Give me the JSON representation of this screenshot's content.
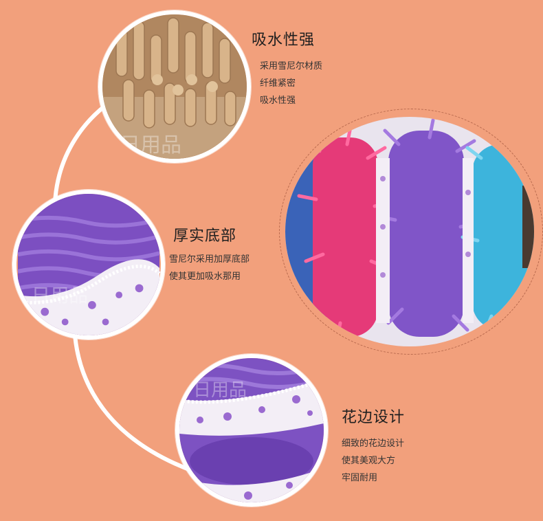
{
  "features": [
    {
      "title": "吸水性强",
      "lines": [
        "采用雪尼尔材质",
        "纤维紧密",
        "吸水性强"
      ]
    },
    {
      "title": "厚实底部",
      "lines": [
        "雪尼尔采用加厚底部",
        "使其更加吸水那用"
      ]
    },
    {
      "title": "花边设计",
      "lines": [
        "细致的花边设计",
        "使其美观大方",
        "牢固耐用"
      ]
    }
  ],
  "colors": {
    "background": "#f2a07c",
    "ring": "#ffffff",
    "chenille_tan": "#c9a277",
    "purple": "#7b4fc4",
    "pink": "#e23a78",
    "cyan": "#3bb3db"
  },
  "icons": [
    "chenille-closeup-photo",
    "thick-bottom-photo",
    "lace-edge-photo",
    "mop-covers-photo"
  ]
}
